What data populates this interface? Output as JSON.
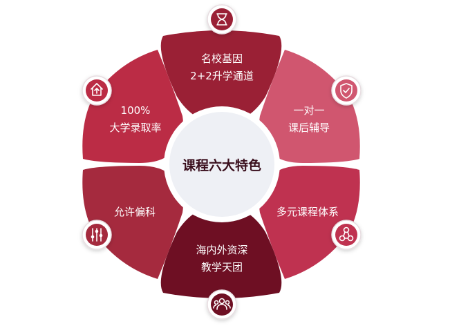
{
  "center": {
    "title": "课程六大特色"
  },
  "petals": [
    {
      "id": "top",
      "lines": [
        "名校基因",
        "2+2升学通道"
      ],
      "color": "#9a2035",
      "icon": "hourglass-icon"
    },
    {
      "id": "upper-right",
      "lines": [
        "一对一",
        "课后辅导"
      ],
      "color": "#d0566f",
      "icon": "shield-check-icon"
    },
    {
      "id": "lower-right",
      "lines": [
        "多元课程体系"
      ],
      "color": "#bf3250",
      "icon": "network-icon"
    },
    {
      "id": "bottom",
      "lines": [
        "海内外资深",
        "教学天团"
      ],
      "color": "#6e0f23",
      "icon": "team-icon"
    },
    {
      "id": "lower-left",
      "lines": [
        "允许偏科"
      ],
      "color": "#a52a3e",
      "icon": "sliders-icon"
    },
    {
      "id": "upper-left",
      "lines": [
        "100%",
        "大学录取率"
      ],
      "color": "#bb2c45",
      "icon": "upload-house-icon"
    }
  ],
  "colors": {
    "badge_ring": "#ffffff",
    "center_fill": "#eef0f5",
    "center_ring": "#ffffff"
  }
}
